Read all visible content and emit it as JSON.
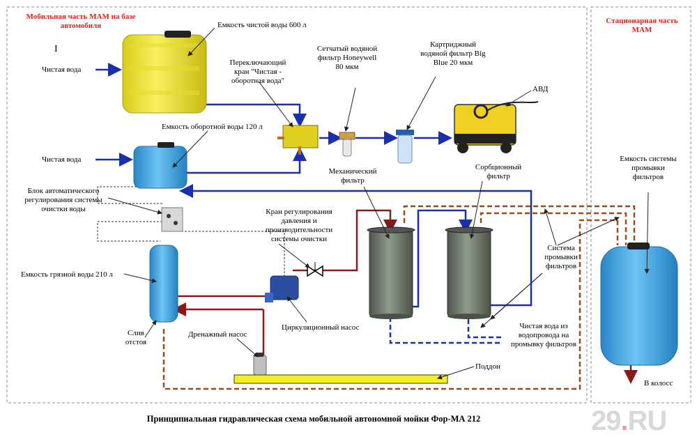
{
  "labels": {
    "mobile_part": "Мобильная часть МАМ на базе автомобиля",
    "stationary_part": "Стационарная часть МАМ",
    "clean_tank": "Емкость чистой воды 600 л",
    "clean_water_in_1": "Чистая вода",
    "clean_water_in_2": "Чистая вода",
    "switch_valve": "Переключающий кран \"Чистая - оборотная вода\"",
    "recycled_tank": "Емкость оборотной воды 120 л",
    "mesh_filter": "Сетчатый водяной фильтр Honeywell 80 мкм",
    "cartridge_filter": "Картриджный водяной фильтр Big Blue 20 мкм",
    "avd": "АВД",
    "mech_filter": "Механический фильтр",
    "sorb_filter": "Сорбционный фильтр",
    "control_unit": "Блок автоматического регулирования системы очистки воды",
    "pressure_valve": "Кран регулирования давления и производительности системы очистки",
    "dirty_tank": "Емкость грязной воды 210 л",
    "sludge_drain": "Слив отстоя",
    "circ_pump": "Циркуляционный насос",
    "drain_pump": "Дренажный насос",
    "tray": "Поддон",
    "flush_system": "Система промывки фильтров",
    "tap_water": "Чистая вода из водопровода на промывку фильтров",
    "filter_system_tank": "Емкость системы промывки фильтров",
    "to_sewer": "В колосс",
    "cursor_mark": "I"
  },
  "caption": "Принципиальная гидравлическая схема мобильной автономной мойки Фор-МА 212",
  "watermark": {
    "main": "29",
    "dot": ".",
    "suffix": "RU"
  },
  "colors": {
    "clean_line": "#1a2fb0",
    "dirty_line": "#8a1a1a",
    "flush_line": "#9c4a1a",
    "tank_yellow": "#f1e53a",
    "tank_blue": "#3aa5e6",
    "filter_body": "#707a6e",
    "label_red": "#e0201c"
  }
}
